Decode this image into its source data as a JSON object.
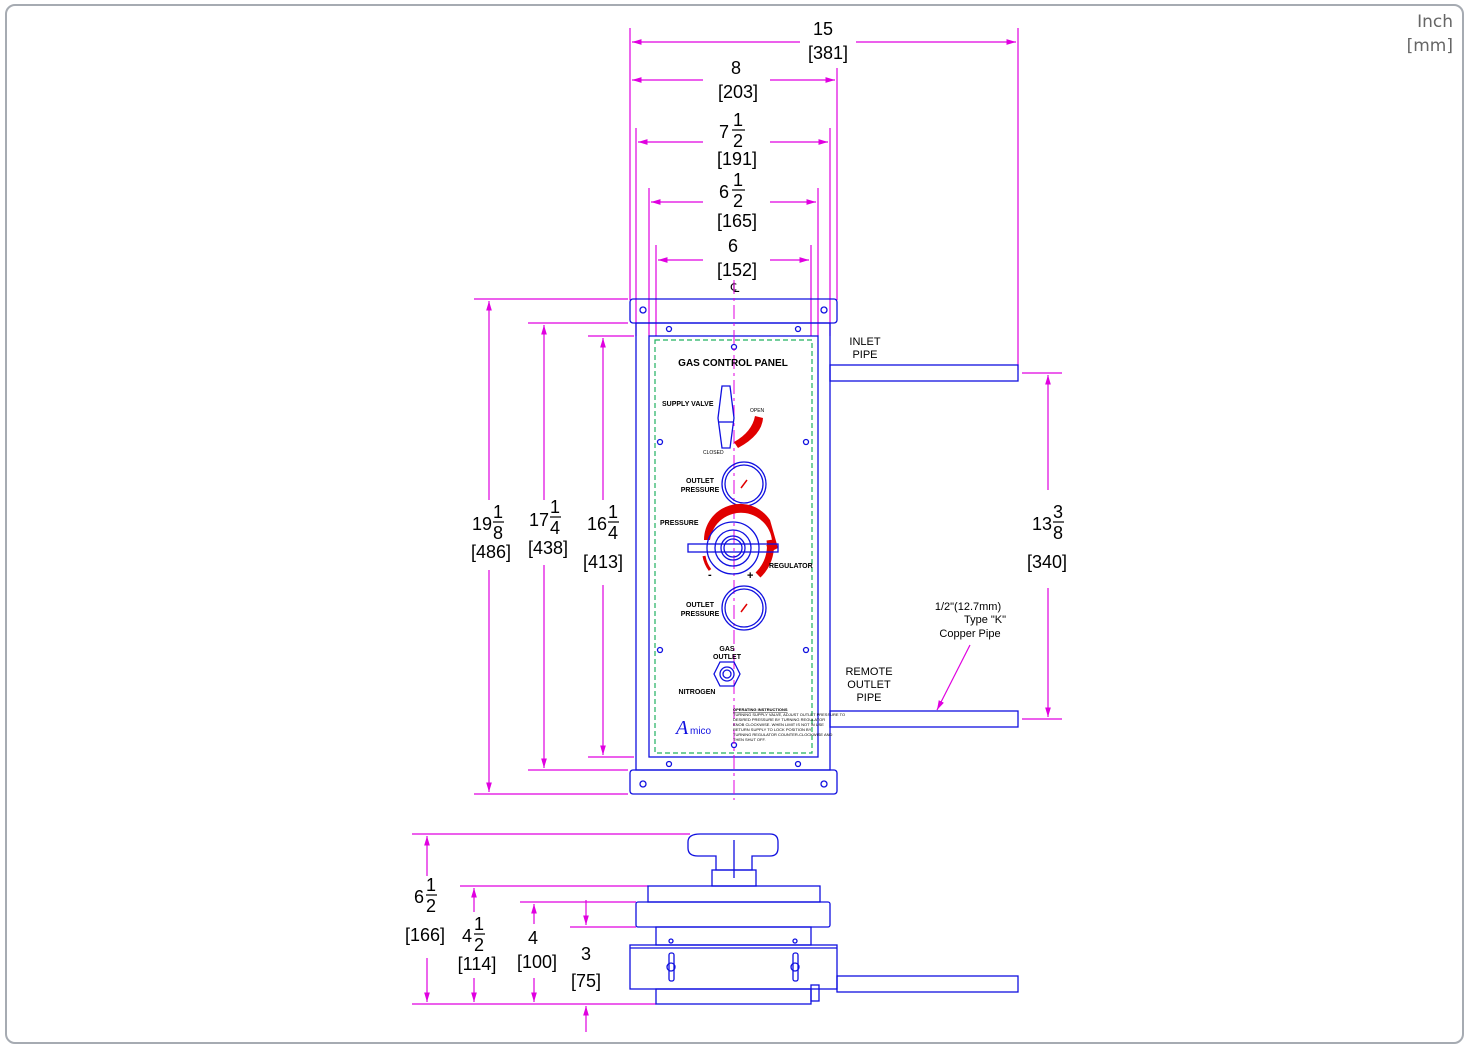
{
  "units": {
    "primary": "Inch",
    "secondary": "[mm]"
  },
  "front_view": {
    "widths": [
      {
        "inch": "15",
        "mm": "[381]"
      },
      {
        "inch": "8",
        "mm": "[203]"
      },
      {
        "whole": "7",
        "num": "1",
        "den": "2",
        "mm": "[191]"
      },
      {
        "whole": "6",
        "num": "1",
        "den": "2",
        "mm": "[165]"
      },
      {
        "inch": "6",
        "mm": "[152]"
      }
    ],
    "centerline_symbol": "℄",
    "heights": [
      {
        "whole": "19",
        "num": "1",
        "den": "8",
        "mm": "[486]"
      },
      {
        "whole": "17",
        "num": "1",
        "den": "4",
        "mm": "[438]"
      },
      {
        "whole": "16",
        "num": "1",
        "den": "4",
        "mm": "[413]"
      }
    ],
    "pipe_spacing": {
      "whole": "13",
      "num": "3",
      "den": "8",
      "mm": "[340]"
    },
    "panel": {
      "title": "GAS CONTROL PANEL",
      "supply_valve": "SUPPLY VALVE",
      "open": "OPEN",
      "closed": "CLOSED",
      "outlet_pressure_1": [
        "OUTLET",
        "PRESSURE"
      ],
      "pressure": "PRESSURE",
      "regulator": "REGULATOR",
      "minus": "-",
      "plus": "+",
      "outlet_pressure_2": [
        "OUTLET",
        "PRESSURE"
      ],
      "gas_outlet": [
        "GAS",
        "OUTLET"
      ],
      "nitrogen": "NITROGEN",
      "instructions_title": "OPERATING INSTRUCTIONS",
      "instructions_lines": [
        "TURNING SUPPLY VALVE, ADJUST OUTLET PRESSURE TO",
        "DESIRED PRESSURE BY TURNING REGULATOR",
        "KNOB CLOCKWISE. WHEN LIMIT IS NOT IN USE",
        "RETURN SUPPLY TO LOCK POSITION BY",
        "TURNING REGULATOR COUNTER-CLOCKWISE AND",
        "THEN SHUT OFF."
      ],
      "logo": "mico",
      "logo_initial": "A"
    },
    "inlet_pipe": [
      "INLET",
      "PIPE"
    ],
    "remote_outlet_pipe": [
      "REMOTE",
      "OUTLET",
      "PIPE"
    ],
    "copper_pipe": [
      "1/2\"(12.7mm)",
      "Type \"K\"",
      "Copper Pipe"
    ]
  },
  "side_view": {
    "heights": [
      {
        "whole": "6",
        "num": "1",
        "den": "2",
        "mm": "[166]"
      },
      {
        "whole": "4",
        "num": "1",
        "den": "2",
        "mm": "[114]"
      },
      {
        "inch": "4",
        "mm": "[100]"
      },
      {
        "inch": "3",
        "mm": "[75]"
      }
    ]
  },
  "colors": {
    "dimension": "#e000e0",
    "outline": "#1010e0",
    "accent": "#e00000",
    "dashed_border": "#20b060"
  }
}
